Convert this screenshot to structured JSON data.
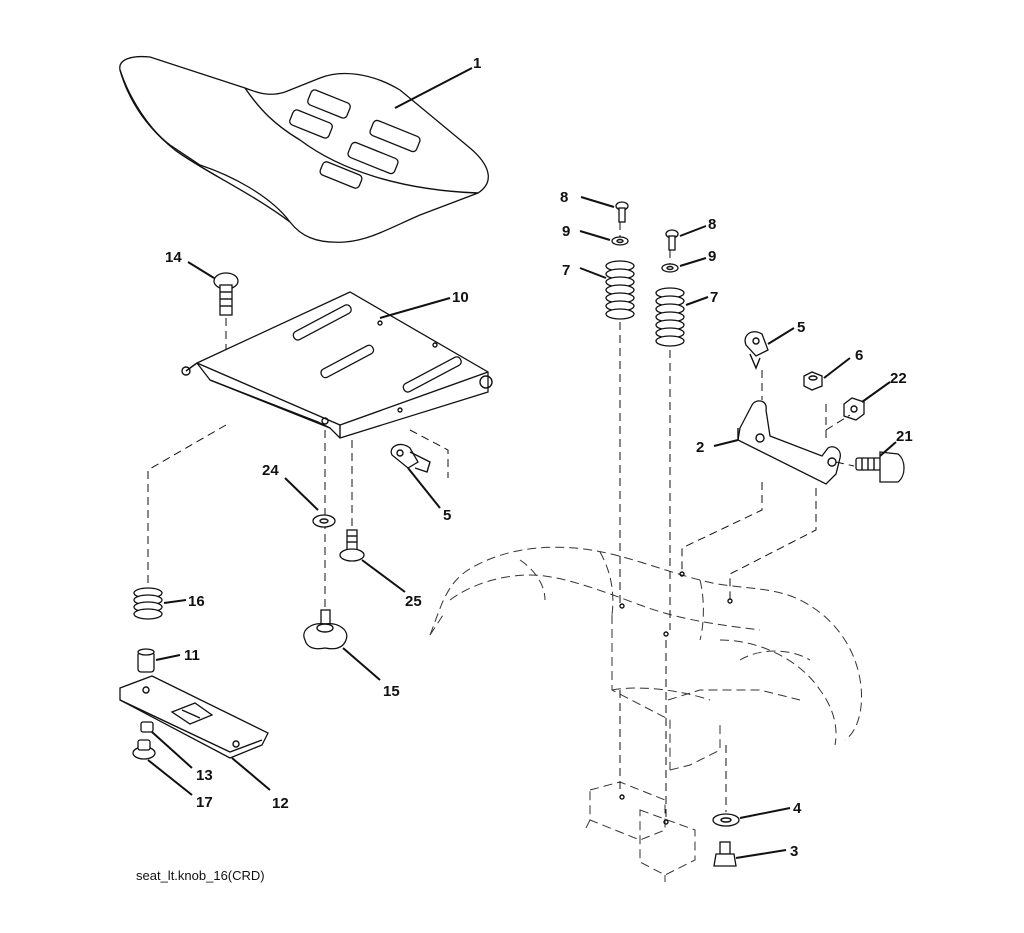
{
  "caption": "seat_lt.knob_16(CRD)",
  "callouts": [
    {
      "id": "c1",
      "text": "1"
    },
    {
      "id": "c14",
      "text": "14"
    },
    {
      "id": "c10",
      "text": "10"
    },
    {
      "id": "c8a",
      "text": "8"
    },
    {
      "id": "c9a",
      "text": "9"
    },
    {
      "id": "c7a",
      "text": "7"
    },
    {
      "id": "c8b",
      "text": "8"
    },
    {
      "id": "c9b",
      "text": "9"
    },
    {
      "id": "c7b",
      "text": "7"
    },
    {
      "id": "c5a",
      "text": "5"
    },
    {
      "id": "c6",
      "text": "6"
    },
    {
      "id": "c22",
      "text": "22"
    },
    {
      "id": "c2",
      "text": "2"
    },
    {
      "id": "c21",
      "text": "21"
    },
    {
      "id": "c24",
      "text": "24"
    },
    {
      "id": "c5b",
      "text": "5"
    },
    {
      "id": "c25",
      "text": "25"
    },
    {
      "id": "c16",
      "text": "16"
    },
    {
      "id": "c15",
      "text": "15"
    },
    {
      "id": "c11",
      "text": "11"
    },
    {
      "id": "c13",
      "text": "13"
    },
    {
      "id": "c17",
      "text": "17"
    },
    {
      "id": "c12",
      "text": "12"
    },
    {
      "id": "c4",
      "text": "4"
    },
    {
      "id": "c3",
      "text": "3"
    }
  ]
}
